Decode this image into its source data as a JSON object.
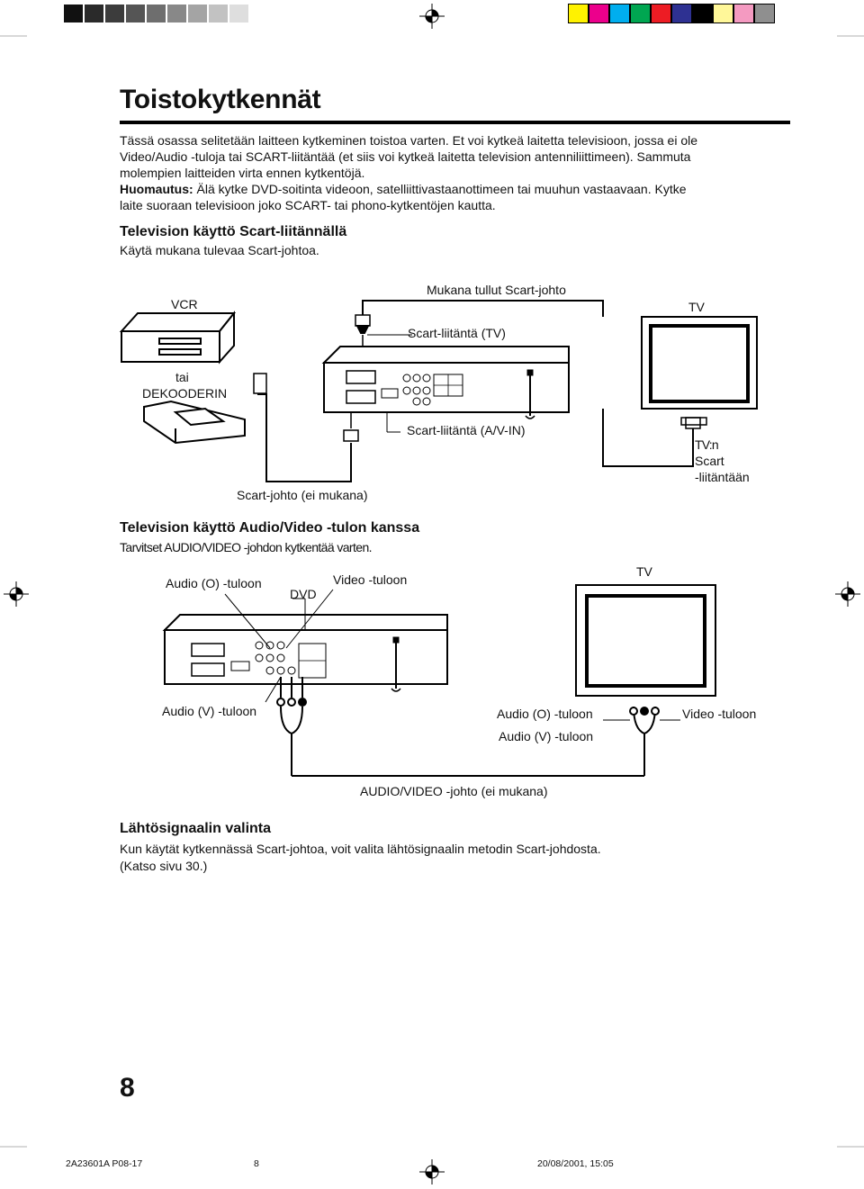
{
  "colors": {
    "gray_swatches": [
      "#111111",
      "#2a2a2a",
      "#3c3c3c",
      "#555555",
      "#6e6e6e",
      "#888888",
      "#a4a4a4",
      "#c2c2c2",
      "#dedede"
    ],
    "color_swatches": [
      "#fff200",
      "#ec008c",
      "#00aeef",
      "#00a651",
      "#ed1c24",
      "#2e3192",
      "#000000",
      "#fff799",
      "#f49ac1",
      "#8f8f8f"
    ]
  },
  "title": "Toistokytkennät",
  "intro": {
    "line1": "Tässä osassa selitetään laitteen kytkeminen toistoa varten. Et voi kytkeä laitetta televisioon, jossa ei ole",
    "line2": "Video/Audio -tuloja tai SCART-liitäntää (et siis voi kytkeä laitetta television antenniliittimeen). Sammuta",
    "line3": "molempien laitteiden virta ennen kytkentöjä.",
    "note_label": "Huomautus:",
    "note_line1": " Älä kytke DVD-soitinta videoon, satelliittivastaanottimeen tai muuhun vastaavaan. Kytke",
    "note_line2": "laite suoraan televisioon joko SCART- tai phono-kytkentöjen kautta."
  },
  "section1": {
    "heading": "Television käyttö Scart-liitännällä",
    "sub": "Käytä mukana tulevaa Scart-johtoa.",
    "labels": {
      "vcr": "VCR",
      "cable_included": "Mukana tullut Scart-johto",
      "tv": "TV",
      "scart_tv": "Scart-liitäntä (TV)",
      "tai": "tai",
      "decoder": "DEKOODERIN",
      "scart_av_in": "Scart-liitäntä (A/V-IN)",
      "tvn": "TV:n",
      "scart": "Scart",
      "liitantaan": "-liitäntään",
      "cable_not_included": "Scart-johto (ei mukana)"
    }
  },
  "section2": {
    "heading": "Television käyttö Audio/Video -tulon kanssa",
    "sub": "Tarvitset AUDIO/VIDEO -johdon kytkentää varten.",
    "labels": {
      "audio_o_in": "Audio (O) -tuloon",
      "dvd": "DVD",
      "video_in_top": "Video -tuloon",
      "tv": "TV",
      "audio_v_in": "Audio (V) -tuloon",
      "audio_o_in_tv": "Audio (O) -tuloon",
      "audio_v_in_tv": "Audio (V) -tuloon",
      "video_in_tv": "Video -tuloon",
      "av_cable": "AUDIO/VIDEO -johto (ei mukana)"
    }
  },
  "section3": {
    "heading": "Lähtösignaalin valinta",
    "line1": "Kun käytät kytkennässä Scart-johtoa, voit valita lähtösignaalin metodin Scart-johdosta.",
    "line2": "(Katso sivu 30.)"
  },
  "page_number": "8",
  "footer": {
    "code": "2A23601A P08-17",
    "page": "8",
    "date": "20/08/2001, 15:05"
  }
}
